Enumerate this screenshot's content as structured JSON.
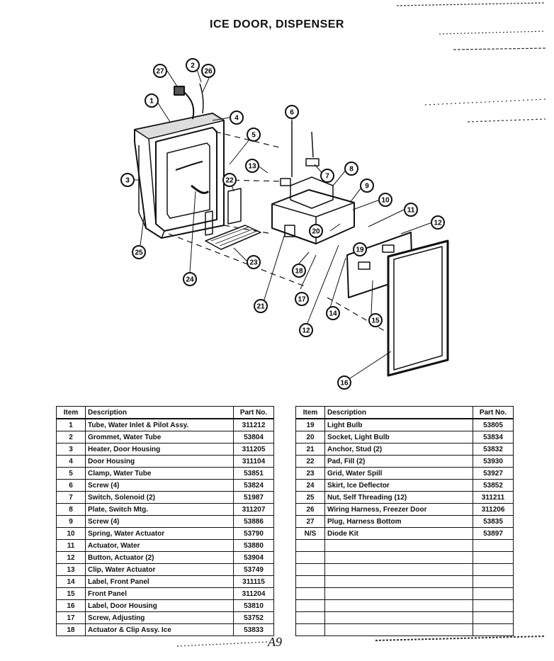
{
  "title": "ICE DOOR, DISPENSER",
  "callouts": [
    "27",
    "2",
    "26",
    "1",
    "4",
    "6",
    "5",
    "3",
    "13",
    "22",
    "7",
    "8",
    "9",
    "10",
    "11",
    "12",
    "20",
    "19",
    "18",
    "25",
    "23",
    "24",
    "21",
    "17",
    "14",
    "12",
    "15",
    "16"
  ],
  "table_headers": {
    "item": "Item",
    "description": "Description",
    "part_no": "Part No."
  },
  "parts_left": [
    {
      "item": "1",
      "description": "Tube, Water Inlet & Pilot Assy.",
      "part_no": "311212"
    },
    {
      "item": "2",
      "description": "Grommet, Water Tube",
      "part_no": "53804"
    },
    {
      "item": "3",
      "description": "Heater, Door Housing",
      "part_no": "311205"
    },
    {
      "item": "4",
      "description": "Door Housing",
      "part_no": "311104"
    },
    {
      "item": "5",
      "description": "Clamp, Water Tube",
      "part_no": "53851"
    },
    {
      "item": "6",
      "description": "Screw (4)",
      "part_no": "53824"
    },
    {
      "item": "7",
      "description": "Switch, Solenoid (2)",
      "part_no": "51987"
    },
    {
      "item": "8",
      "description": "Plate, Switch Mtg.",
      "part_no": "311207"
    },
    {
      "item": "9",
      "description": "Screw (4)",
      "part_no": "53886"
    },
    {
      "item": "10",
      "description": "Spring, Water Actuator",
      "part_no": "53790"
    },
    {
      "item": "11",
      "description": "Actuator, Water",
      "part_no": "53880"
    },
    {
      "item": "12",
      "description": "Button, Actuator (2)",
      "part_no": "53904"
    },
    {
      "item": "13",
      "description": "Clip, Water Actuator",
      "part_no": "53749"
    },
    {
      "item": "14",
      "description": "Label, Front Panel",
      "part_no": "311115"
    },
    {
      "item": "15",
      "description": "Front Panel",
      "part_no": "311204"
    },
    {
      "item": "16",
      "description": "Label, Door Housing",
      "part_no": "53810"
    },
    {
      "item": "17",
      "description": "Screw, Adjusting",
      "part_no": "53752"
    },
    {
      "item": "18",
      "description": "Actuator & Clip Assy. Ice",
      "part_no": "53833"
    }
  ],
  "parts_right": [
    {
      "item": "19",
      "description": "Light Bulb",
      "part_no": "53805"
    },
    {
      "item": "20",
      "description": "Socket, Light Bulb",
      "part_no": "53834"
    },
    {
      "item": "21",
      "description": "Anchor, Stud (2)",
      "part_no": "53832"
    },
    {
      "item": "22",
      "description": "Pad, Fill (2)",
      "part_no": "53930"
    },
    {
      "item": "23",
      "description": "Grid, Water Spill",
      "part_no": "53927"
    },
    {
      "item": "24",
      "description": "Skirt, Ice Deflector",
      "part_no": "53852"
    },
    {
      "item": "25",
      "description": "Nut, Self Threading (12)",
      "part_no": "311211"
    },
    {
      "item": "26",
      "description": "Wiring Harness, Freezer Door",
      "part_no": "311206"
    },
    {
      "item": "27",
      "description": "Plug, Harness Bottom",
      "part_no": "53835"
    },
    {
      "item": "N/S",
      "description": "Diode Kit",
      "part_no": "53897"
    },
    {
      "item": "",
      "description": "",
      "part_no": ""
    },
    {
      "item": "",
      "description": "",
      "part_no": ""
    },
    {
      "item": "",
      "description": "",
      "part_no": ""
    },
    {
      "item": "",
      "description": "",
      "part_no": ""
    },
    {
      "item": "",
      "description": "",
      "part_no": ""
    },
    {
      "item": "",
      "description": "",
      "part_no": ""
    },
    {
      "item": "",
      "description": "",
      "part_no": ""
    },
    {
      "item": "",
      "description": "",
      "part_no": ""
    }
  ],
  "page_mark": "A9"
}
